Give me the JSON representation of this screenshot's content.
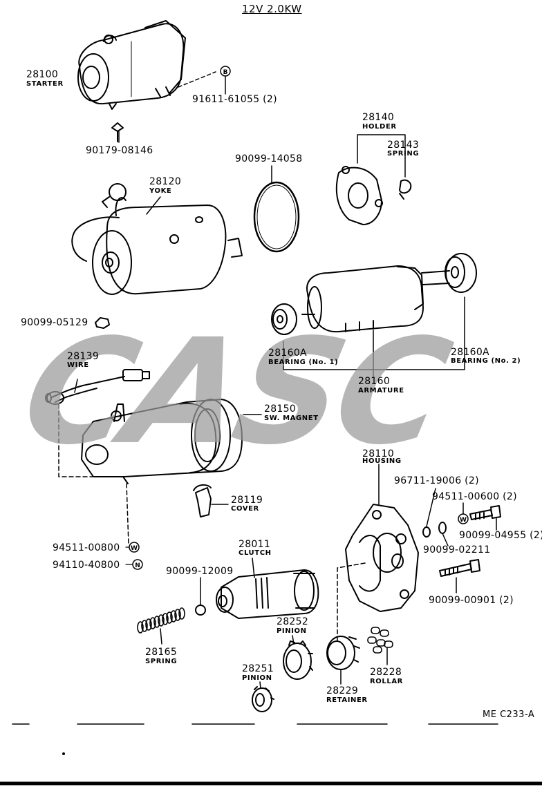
{
  "title": "12V 2.0KW",
  "reference": "ME  C233-A",
  "watermark": "CASC",
  "callouts": [
    {
      "id": "starter",
      "number": "28100",
      "name": "STARTER"
    },
    {
      "id": "starter-bolt",
      "number": "91611-61055 (2)",
      "symbol": "B"
    },
    {
      "id": "starter-nut",
      "number": "90179-08146"
    },
    {
      "id": "yoke",
      "number": "28120",
      "name": "YOKE"
    },
    {
      "id": "o-ring",
      "number": "90099-14058"
    },
    {
      "id": "holder",
      "number": "28140",
      "name": "HOLDER"
    },
    {
      "id": "holder-spring",
      "number": "28143",
      "name": "SPRING"
    },
    {
      "id": "yoke-nut",
      "number": "90099-05129"
    },
    {
      "id": "bearing-1",
      "number": "28160A",
      "name": "BEARING (No. 1)"
    },
    {
      "id": "bearing-2",
      "number": "28160A",
      "name": "BEARING (No. 2)"
    },
    {
      "id": "armature",
      "number": "28160",
      "name": "ARMATURE"
    },
    {
      "id": "wire",
      "number": "28139",
      "name": "WIRE"
    },
    {
      "id": "sw-magnet",
      "number": "28150",
      "name": "SW. MAGNET"
    },
    {
      "id": "housing",
      "number": "28110",
      "name": "HOUSING"
    },
    {
      "id": "housing-ring",
      "number": "96711-19006 (2)"
    },
    {
      "id": "housing-washer",
      "number": "94511-00600 (2)",
      "symbol": "W"
    },
    {
      "id": "housing-bolt",
      "number": "90099-04955 (2)"
    },
    {
      "id": "housing-ring-2",
      "number": "90099-02211"
    },
    {
      "id": "housing-long-bolt",
      "number": "90099-00901 (2)"
    },
    {
      "id": "cover",
      "number": "28119",
      "name": "COVER"
    },
    {
      "id": "magnet-washer",
      "number": "94511-00800",
      "symbol": "W"
    },
    {
      "id": "magnet-nut",
      "number": "94110-40800",
      "symbol": "N"
    },
    {
      "id": "clutch",
      "number": "28011",
      "name": "CLUTCH"
    },
    {
      "id": "steel-ball",
      "number": "90099-12009"
    },
    {
      "id": "spring",
      "number": "28165",
      "name": "SPRING"
    },
    {
      "id": "pinion-52",
      "number": "28252",
      "name": "PINION"
    },
    {
      "id": "pinion-51",
      "number": "28251",
      "name": "PINION"
    },
    {
      "id": "retainer",
      "number": "28229",
      "name": "RETAINER"
    },
    {
      "id": "rollar",
      "number": "28228",
      "name": "ROLLAR"
    }
  ]
}
